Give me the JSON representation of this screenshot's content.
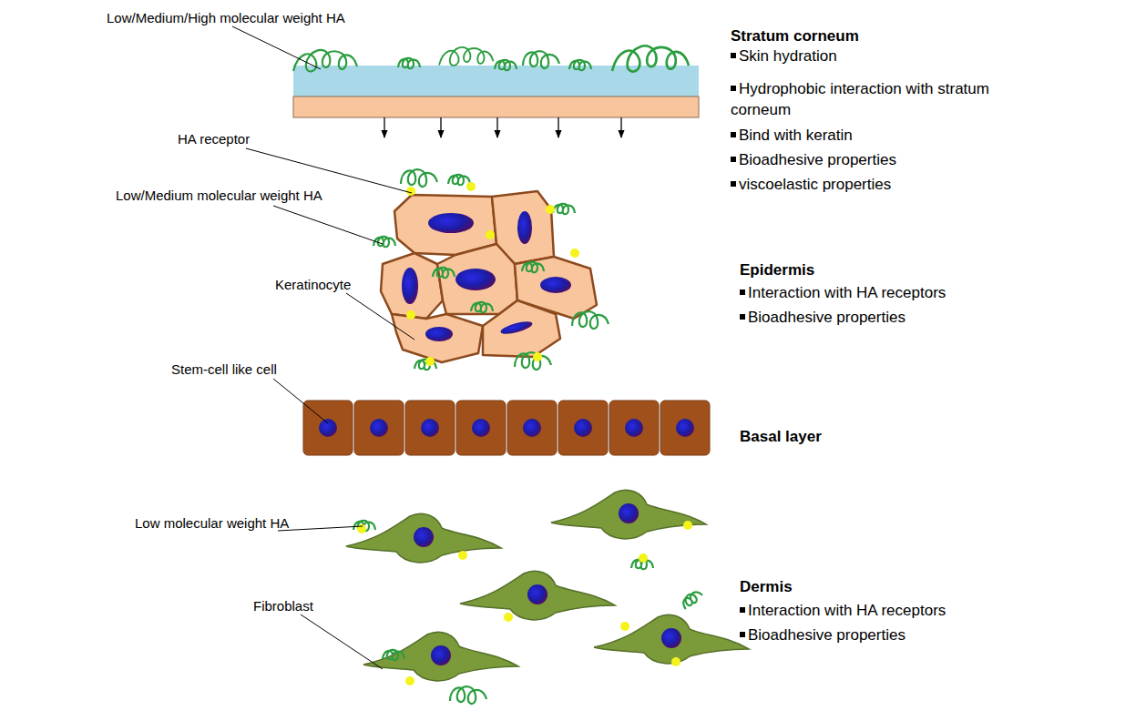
{
  "diagram": {
    "labels": [
      "Low/Medium/High molecular weight HA",
      "Stratum corneum",
      "Skin hydration",
      "Hydrophobic interaction with stratum corneum",
      "Bind with keratin",
      "Bioadhesive properties",
      "viscoelastic properties",
      "HA receptor",
      "Low/Medium molecular weight HA",
      "Keratinocyte",
      "Epidermis",
      "Interaction with HA receptors",
      "Bioadhesive properties",
      "Stem-cell like cell",
      "Basal layer",
      "Low molecular weight HA",
      "Fibroblast",
      "Dermis",
      "Interaction with HA receptors",
      "Bioadhesive properties"
    ]
  }
}
